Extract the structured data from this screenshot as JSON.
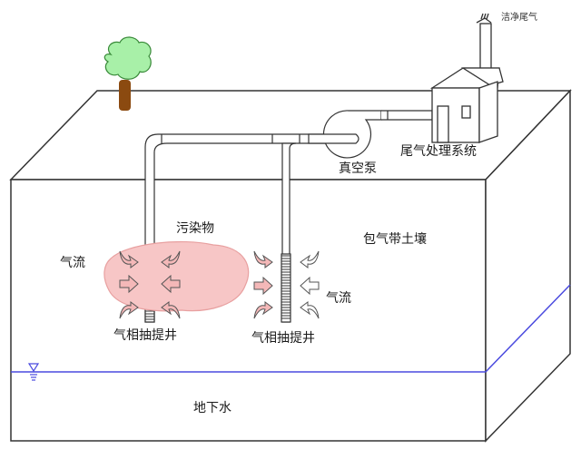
{
  "diagram": {
    "title": "土壤气相抽提(SVE)示意图",
    "labels": {
      "clean_exhaust": "洁净尾气",
      "offgas_treatment": "尾气处理系统",
      "vacuum_pump": "真空泵",
      "contaminant": "污染物",
      "vadose_soil": "包气带土壤",
      "airflow_left": "气流",
      "airflow_right": "气流",
      "well_left": "气相抽提井",
      "well_right": "气相抽提井",
      "groundwater": "地下水"
    },
    "colors": {
      "outline": "#333333",
      "water_table": "#4a4adf",
      "plume_fill": "#f7c6c6",
      "plume_stroke": "#e8a0a0",
      "arrow_pink": "#f4b8b8",
      "tree_leaf": "#a8f0a8",
      "tree_leaf_stroke": "#3a8a3a",
      "tree_trunk": "#8b4a10"
    },
    "icons": [
      "tree-icon",
      "building-icon",
      "chimney-icon",
      "vacuum-pump-icon",
      "water-table-icon"
    ]
  }
}
